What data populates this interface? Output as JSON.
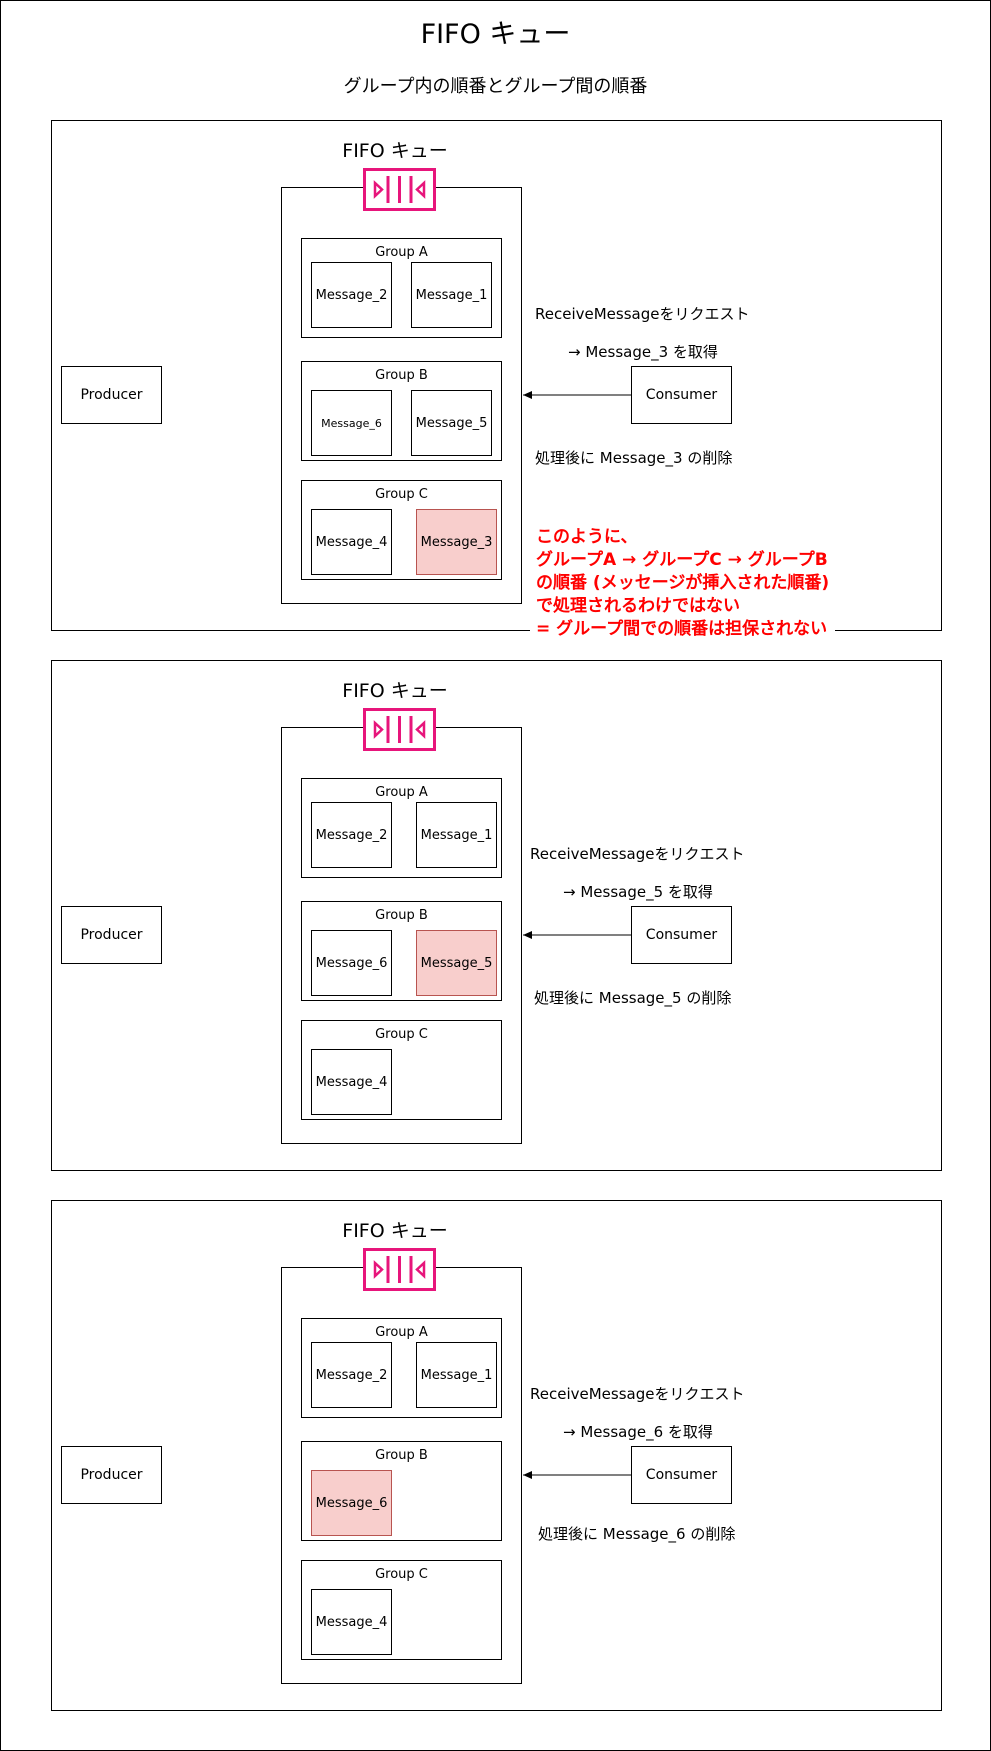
{
  "diagram": {
    "title": "FIFO キュー",
    "subtitle": "グループ内の順番とグループ間の順番",
    "note_lines": [
      "このように、",
      "グループA → グループC → グループB",
      "の順番 (メッセージが挿入された順番)",
      "で処理されるわけではない",
      "= グループ間での順番は担保されない"
    ],
    "colors": {
      "queue_icon": "#e7157b",
      "highlight_fill": "#f8cecc",
      "highlight_stroke": "#b85450",
      "note_text": "#ff0000"
    },
    "panels": [
      {
        "queue_title": "FIFO キュー",
        "producer": "Producer",
        "consumer": "Consumer",
        "request_text": "ReceiveMessageをリクエスト",
        "get_text": "→ Message_3 を取得",
        "delete_text": "処理後に Message_3 の削除",
        "groups": [
          {
            "label": "Group A",
            "messages": [
              "Message_2",
              "Message_1"
            ]
          },
          {
            "label": "Group B",
            "messages": [
              "Message_6",
              "Message_5"
            ]
          },
          {
            "label": "Group C",
            "messages": [
              "Message_4",
              "Message_3"
            ]
          }
        ]
      },
      {
        "queue_title": "FIFO キュー",
        "producer": "Producer",
        "consumer": "Consumer",
        "request_text": "ReceiveMessageをリクエスト",
        "get_text": "→ Message_5 を取得",
        "delete_text": "処理後に Message_5 の削除",
        "groups": [
          {
            "label": "Group A",
            "messages": [
              "Message_2",
              "Message_1"
            ]
          },
          {
            "label": "Group B",
            "messages": [
              "Message_6",
              "Message_5"
            ]
          },
          {
            "label": "Group C",
            "messages": [
              "Message_4"
            ]
          }
        ]
      },
      {
        "queue_title": "FIFO キュー",
        "producer": "Producer",
        "consumer": "Consumer",
        "request_text": "ReceiveMessageをリクエスト",
        "get_text": "→ Message_6 を取得",
        "delete_text": "処理後に Message_6 の削除",
        "groups": [
          {
            "label": "Group A",
            "messages": [
              "Message_2",
              "Message_1"
            ]
          },
          {
            "label": "Group B",
            "messages": [
              "Message_6"
            ]
          },
          {
            "label": "Group C",
            "messages": [
              "Message_4"
            ]
          }
        ]
      }
    ]
  }
}
